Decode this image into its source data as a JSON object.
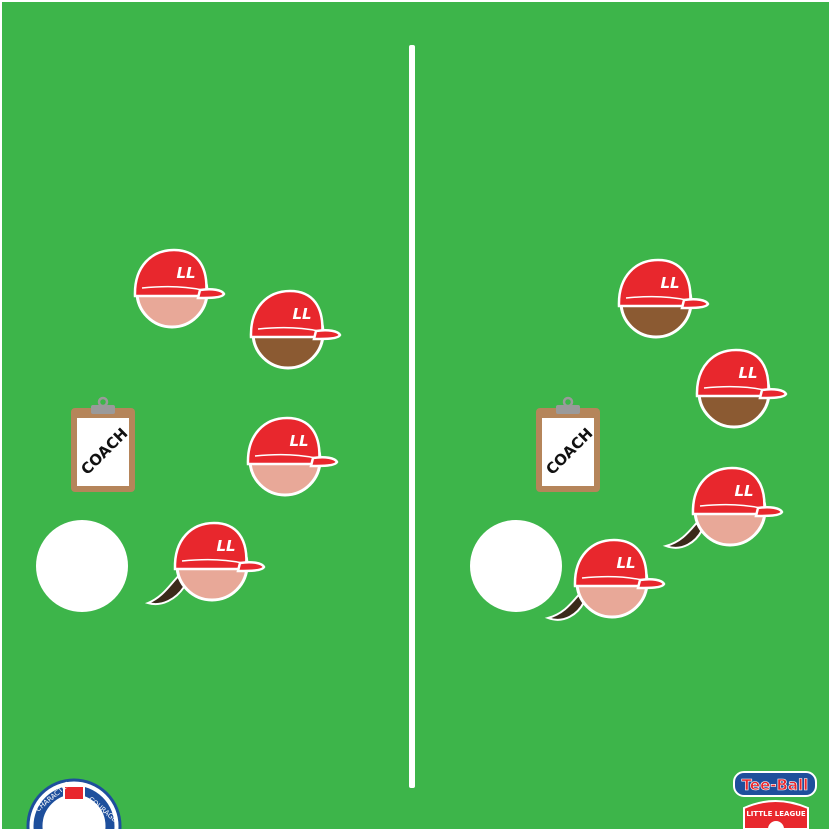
{
  "colors": {
    "field": "#3db54a",
    "field_border": "#ffffff",
    "divider": "#ffffff",
    "base": "#ffffff",
    "cap": "#e8272d",
    "cap_stripe": "#ffffff",
    "skin_light": "#e8a898",
    "skin_dark": "#8b5a32",
    "hair": "#3a2a1a",
    "clipboard_board": "#b5855a",
    "clipboard_paper": "#ffffff",
    "clip": "#9a9a9a"
  },
  "drills": [
    {
      "name": "left-drill",
      "clipboard_text": "COACH",
      "players": [
        {
          "skin": "light",
          "ponytail": false
        },
        {
          "skin": "dark",
          "ponytail": false
        },
        {
          "skin": "light",
          "ponytail": false
        },
        {
          "skin": "light",
          "ponytail": true
        }
      ]
    },
    {
      "name": "right-drill",
      "clipboard_text": "COACH",
      "players": [
        {
          "skin": "dark",
          "ponytail": false
        },
        {
          "skin": "dark",
          "ponytail": false
        },
        {
          "skin": "light",
          "ponytail": true
        },
        {
          "skin": "light",
          "ponytail": true
        }
      ]
    }
  ],
  "cap_logo": "LL",
  "left_logo": {
    "text_left": "CHARACTER",
    "text_right": "COURAGE",
    "icon": "little-league-seal-icon"
  },
  "right_logo": {
    "title": "Tee-Ball",
    "subtitle": "LITTLE LEAGUE",
    "icon": "tee-ball-logo-icon"
  }
}
